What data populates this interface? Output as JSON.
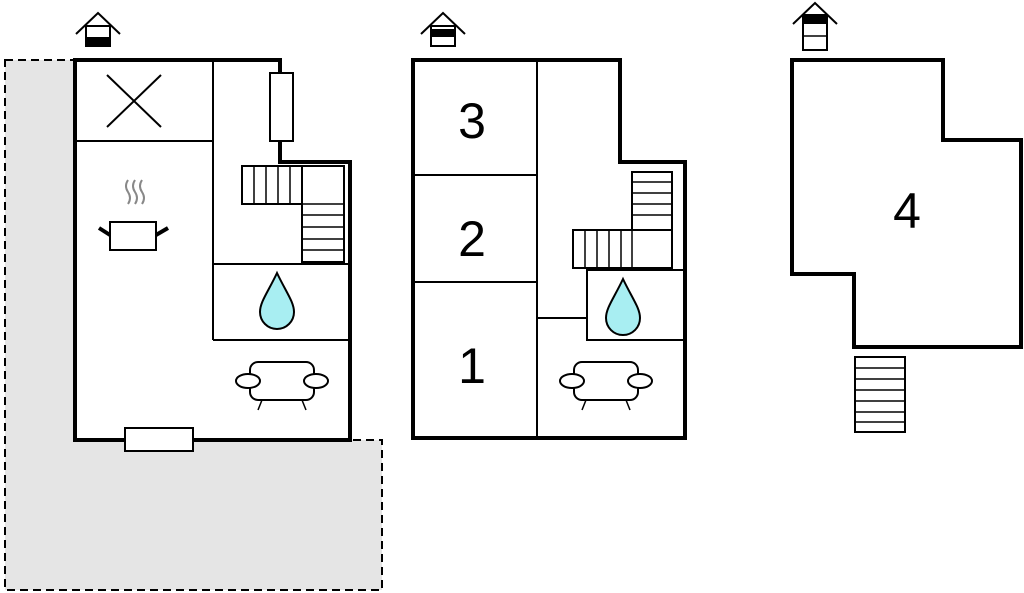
{
  "colors": {
    "terrace": "#e5e5e5",
    "water": "#a8eef2",
    "wall": "#000000"
  },
  "floors": [
    {
      "level_icon": "house-level-ground-icon",
      "rooms": [
        "kitchen",
        "stairs",
        "bathroom",
        "living-room"
      ]
    },
    {
      "level_icon": "house-level-first-icon",
      "room_numbers": [
        "3",
        "2",
        "1"
      ]
    },
    {
      "level_icon": "house-level-second-icon",
      "room_numbers": [
        "4"
      ]
    }
  ],
  "icons": [
    "house-icon",
    "stove-x-icon",
    "cooking-pot-icon",
    "water-drop-icon",
    "sofa-icon",
    "stairs-icon",
    "window-icon"
  ]
}
